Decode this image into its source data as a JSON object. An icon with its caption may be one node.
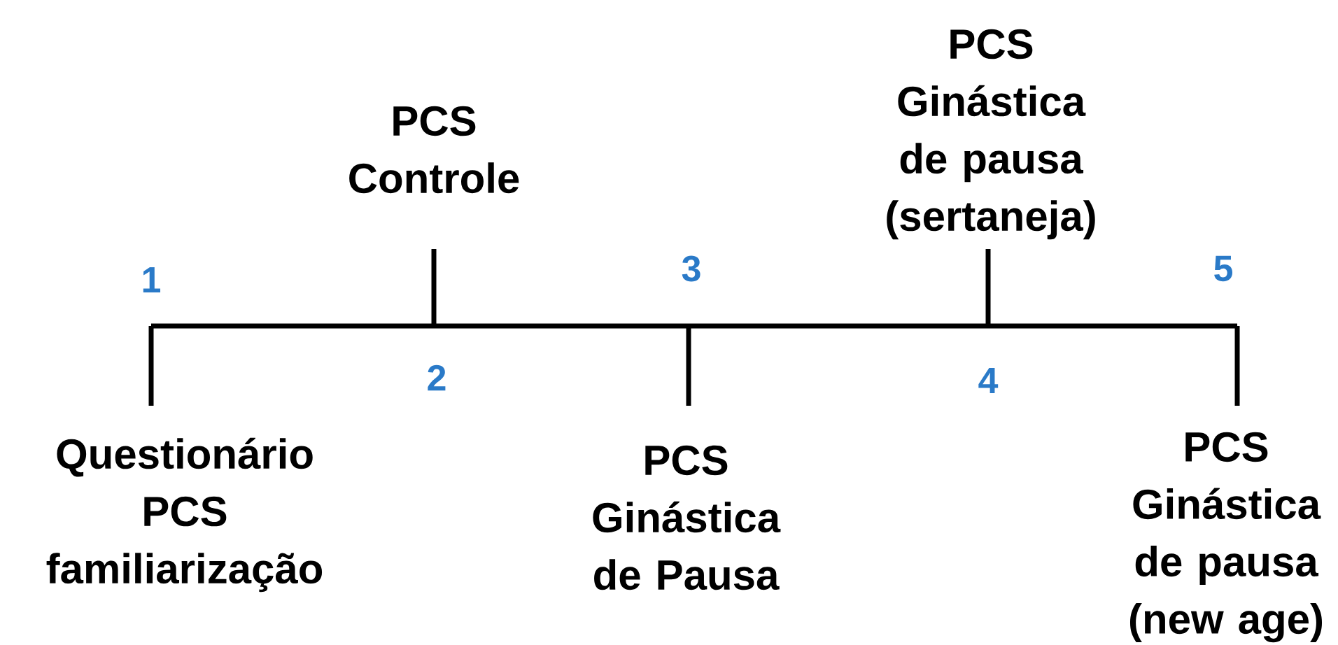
{
  "diagram": {
    "nodes": [
      {
        "text": [
          "Questionário PCS familiarização"
        ]
      },
      {
        "text": [
          "PCS Controle"
        ]
      },
      {
        "text": [
          "PCS Ginástica de Pausa"
        ]
      },
      {
        "text": [
          "PCS Ginástica de pausa (sertaneja)"
        ]
      },
      {
        "text": [
          "PCS Ginástica de pausa (new age)"
        ]
      }
    ],
    "labels": [
      "1",
      "2",
      "3",
      "4",
      "5"
    ]
  }
}
